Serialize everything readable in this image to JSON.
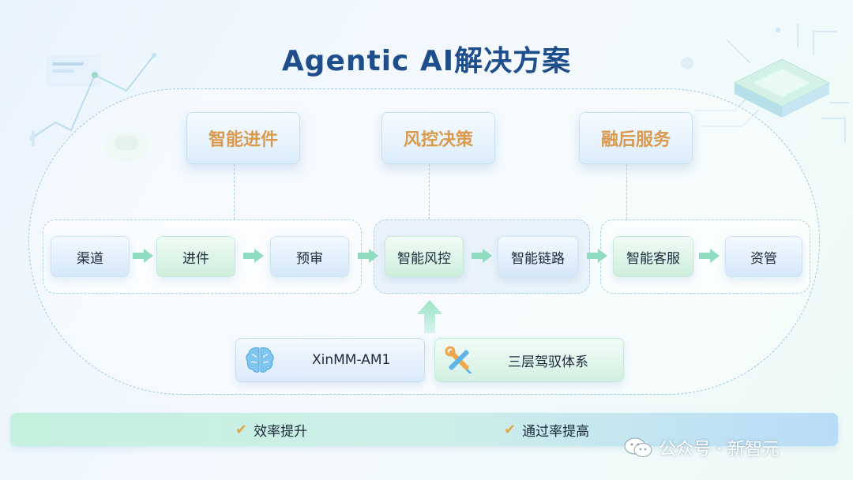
{
  "title": "Agentic AI解决方案",
  "stages": [
    {
      "label": "智能进件"
    },
    {
      "label": "风控决策"
    },
    {
      "label": "融后服务"
    }
  ],
  "steps": [
    {
      "label": "渠道"
    },
    {
      "label": "进件"
    },
    {
      "label": "预审"
    },
    {
      "label": "智能风控"
    },
    {
      "label": "智能链路"
    },
    {
      "label": "智能客服"
    },
    {
      "label": "资管"
    }
  ],
  "foundations": [
    {
      "label": "XinMM-AM1",
      "icon": "brain-icon"
    },
    {
      "label": "三层驾驭体系",
      "icon": "tools-icon"
    }
  ],
  "benefits": [
    {
      "label": "效率提升"
    },
    {
      "label": "通过率提高"
    }
  ],
  "watermark": {
    "text": "公众号 · 新智元",
    "icon": "wechat-icon"
  },
  "colors": {
    "title": "#1f4e8c",
    "stage_text": "#d99a4e",
    "arrow": "#8fdcc0",
    "check": "#e0a84a"
  }
}
